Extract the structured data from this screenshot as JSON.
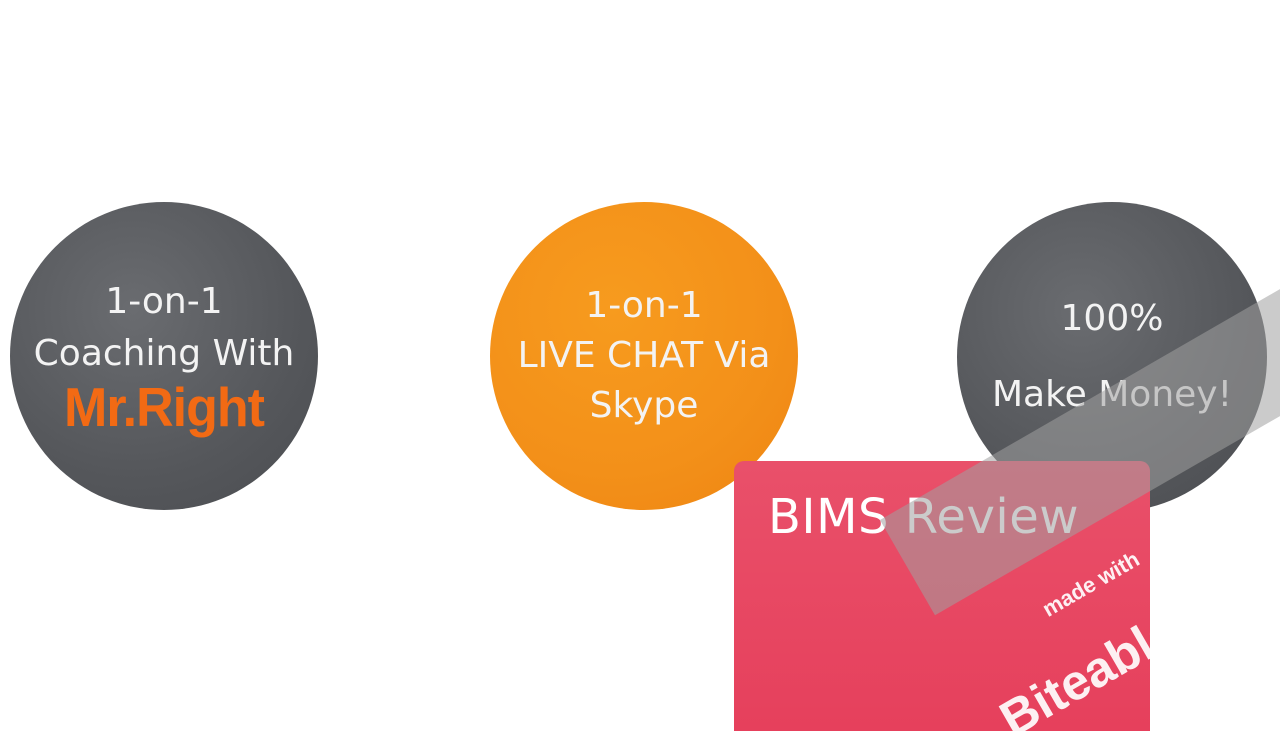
{
  "circles": [
    {
      "lines": [
        "1-on-1",
        "Coaching With"
      ],
      "brand": "Mr.Right",
      "color": "#56585c"
    },
    {
      "lines": [
        "1-on-1",
        "LIVE CHAT Via",
        "Skype"
      ],
      "color": "#f39019"
    },
    {
      "lines": [
        "100%",
        "Make Money!"
      ],
      "color": "#56585c"
    }
  ],
  "card": {
    "title": "BIMS Review",
    "color": "#e6455f"
  },
  "watermark": {
    "small": "made with",
    "big": "Biteable.com"
  }
}
